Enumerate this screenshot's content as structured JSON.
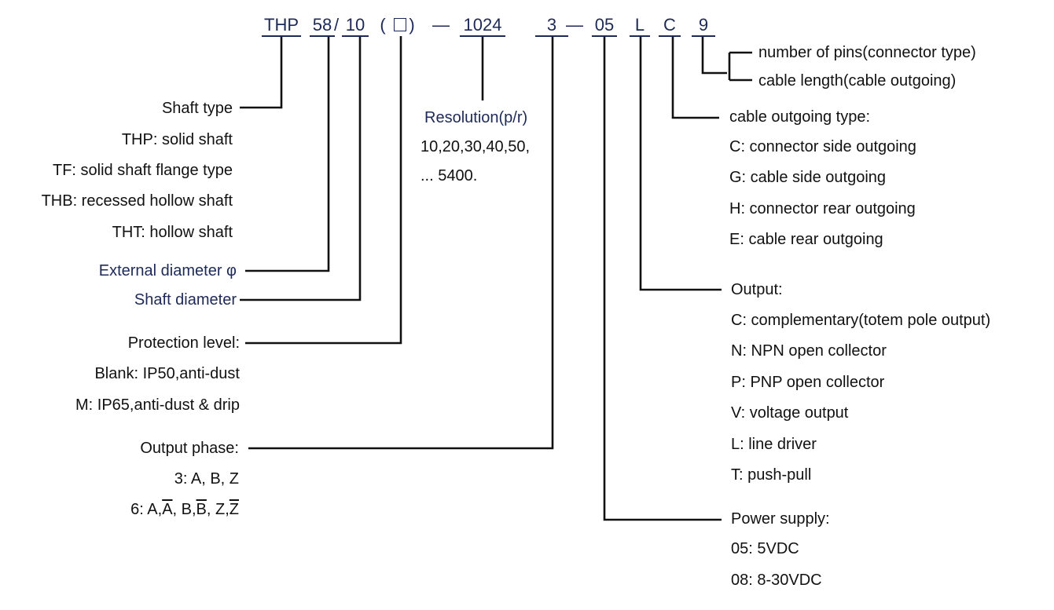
{
  "code": {
    "series": "THP",
    "ext_diam": "58",
    "slash": "/",
    "shaft_diam": "10",
    "paren_open": "(",
    "paren_close": ")",
    "dash1": "—",
    "resolution": "1024",
    "phase": "3",
    "dash2": "—",
    "supply": "05",
    "output": "L",
    "outgoing": "C",
    "pins": "9"
  },
  "left": {
    "shaft_type": {
      "title": "Shaft type",
      "items": [
        "THP: solid shaft",
        "TF: solid shaft flange type",
        "THB: recessed hollow shaft",
        "THT: hollow shaft"
      ]
    },
    "external_diameter": "External diameter φ",
    "shaft_diameter": "Shaft diameter",
    "protection": {
      "title": "Protection level:",
      "items": [
        "Blank: IP50,anti-dust",
        "M: IP65,anti-dust & drip"
      ]
    },
    "output_phase": {
      "title": "Output phase:",
      "item1": "3: A, B, Z",
      "item2": {
        "prefix": "6: A,",
        "a_bar": "A",
        "b": ", B,",
        "b_bar": "B",
        "z": ", Z,",
        "z_bar": "Z"
      }
    }
  },
  "middle": {
    "resolution": {
      "title": "Resolution(p/r)",
      "line1": "10,20,30,40,50,",
      "line2": "... 5400."
    }
  },
  "right": {
    "pins": "number of pins(connector type)",
    "cable_length": "cable length(cable outgoing)",
    "cable_outgoing": {
      "title": "cable outgoing type:",
      "items": [
        "C: connector side outgoing",
        "G: cable side outgoing",
        "H: connector rear outgoing",
        "E: cable rear outgoing"
      ]
    },
    "output": {
      "title": "Output:",
      "items": [
        "C: complementary(totem pole output)",
        "N: NPN open collector",
        "P: PNP open collector",
        "V: voltage output",
        "L: line driver",
        "T: push-pull"
      ]
    },
    "power": {
      "title": "Power supply:",
      "items": [
        "05: 5VDC",
        "08: 8-30VDC"
      ]
    }
  }
}
